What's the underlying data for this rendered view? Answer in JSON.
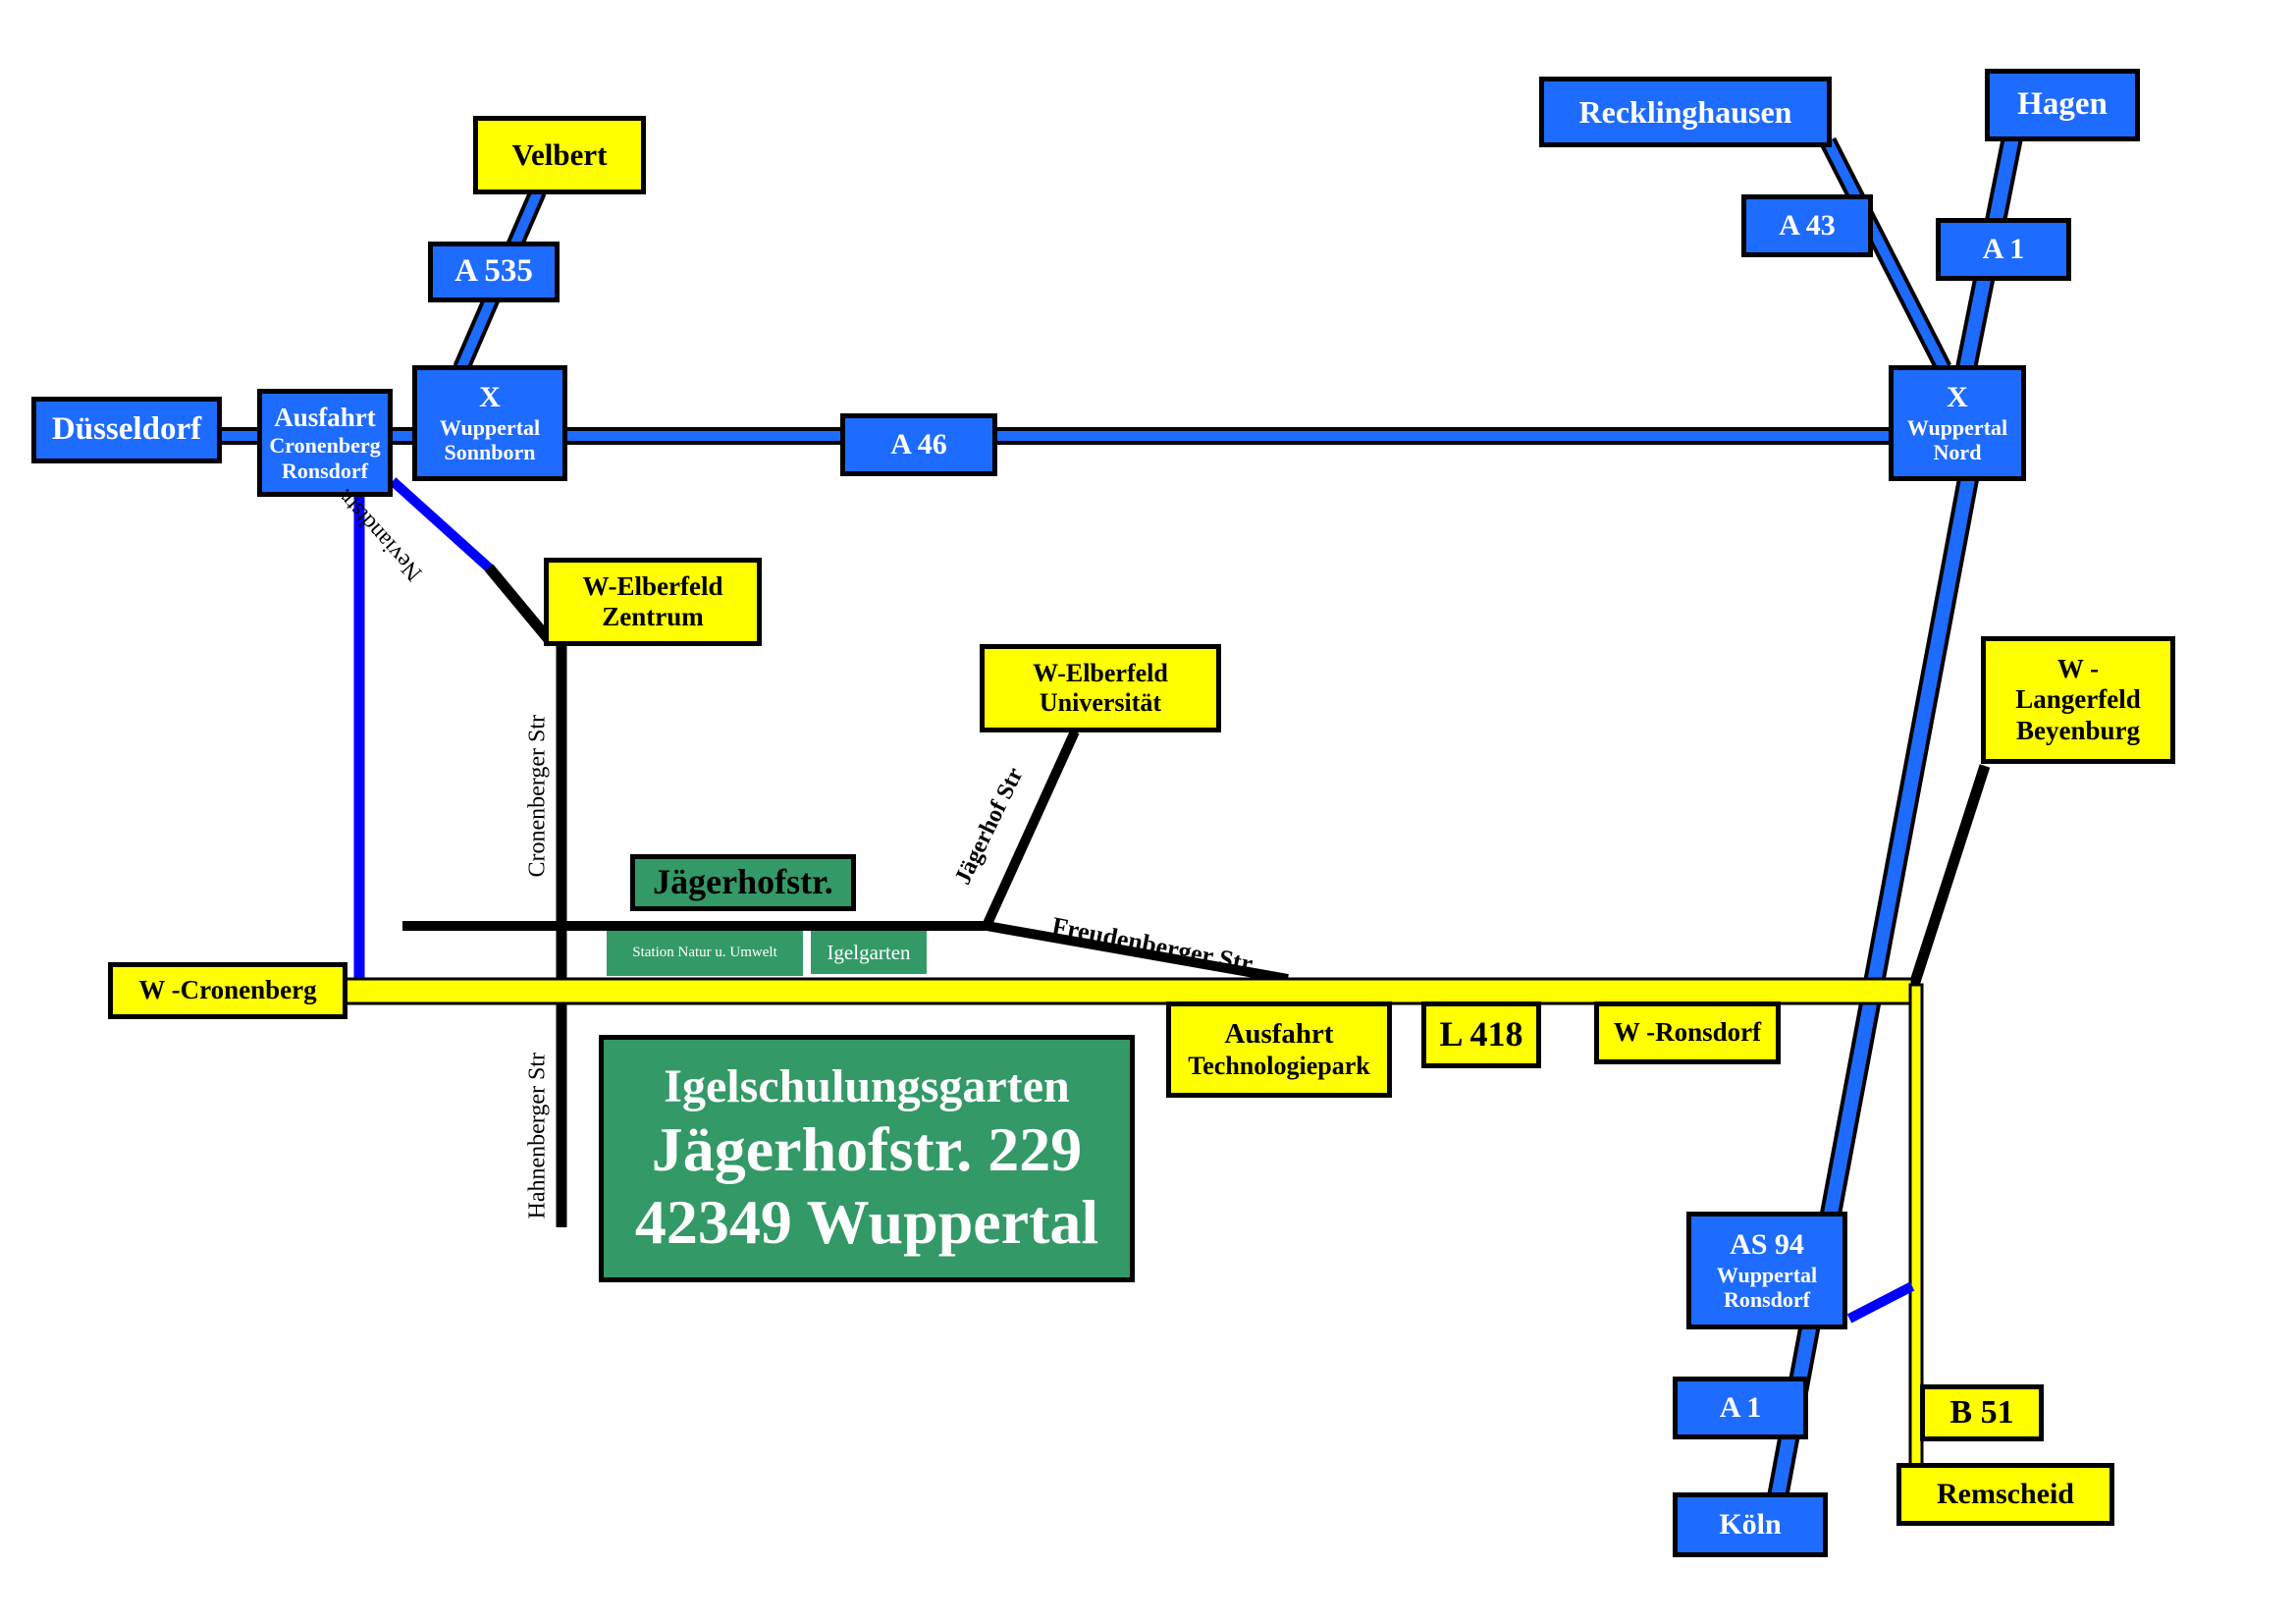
{
  "locations": {
    "duesseldorf": "Düsseldorf",
    "velbert": "Velbert",
    "a535": "A 535",
    "ausfahrt_cr": {
      "line1": "Ausfahrt",
      "line2": "Cronenberg",
      "line3": "Ronsdorf"
    },
    "x_sonnborn": {
      "line1": "X",
      "line2": "Wuppertal",
      "line3": "Sonnborn"
    },
    "a46": "A 46",
    "recklinghausen": "Recklinghausen",
    "hagen": "Hagen",
    "a43": "A 43",
    "a1_top": "A 1",
    "x_nord": {
      "line1": "X",
      "line2": "Wuppertal",
      "line3": "Nord"
    },
    "w_elberfeld_zentrum": {
      "line1": "W-Elberfeld",
      "line2": "Zentrum"
    },
    "w_elberfeld_uni": {
      "line1": "W-Elberfeld",
      "line2": "Universität"
    },
    "w_langerfeld": {
      "line1": "W -",
      "line2": "Langerfeld",
      "line3": "Beyenburg"
    },
    "jaegerhofstr_sign": "Jägerhofstr.",
    "station": "Station Natur u. Umwelt",
    "igelgarten": "Igelgarten",
    "w_cronenberg": "W -Cronenberg",
    "ausfahrt_tech": {
      "line1": "Ausfahrt",
      "line2": "Technologiepark"
    },
    "l418": "L 418",
    "w_ronsdorf": "W -Ronsdorf",
    "as94": {
      "line1": "AS 94",
      "line2": "Wuppertal",
      "line3": "Ronsdorf"
    },
    "a1_bottom": "A 1",
    "b51": "B 51",
    "remscheid": "Remscheid",
    "koeln": "Köln"
  },
  "street_labels": {
    "neviandtstr": "Neviandtstr.",
    "cronenberger": "Cronenberger Str",
    "jaegerhof": "Jägerhof Str",
    "freudenberger": "Freudenberger Str",
    "hahnenberger": "Hahnenberger Str"
  },
  "destination": {
    "line1": "Igelschulungsgarten",
    "line2": "Jägerhofstr. 229",
    "line3": "42349 Wuppertal"
  },
  "colors": {
    "autobahn": "#1e6bff",
    "local_yellow": "#ffff00",
    "connector_blue": "#0000ff",
    "street_black": "#000000",
    "destination_green": "#339966"
  }
}
